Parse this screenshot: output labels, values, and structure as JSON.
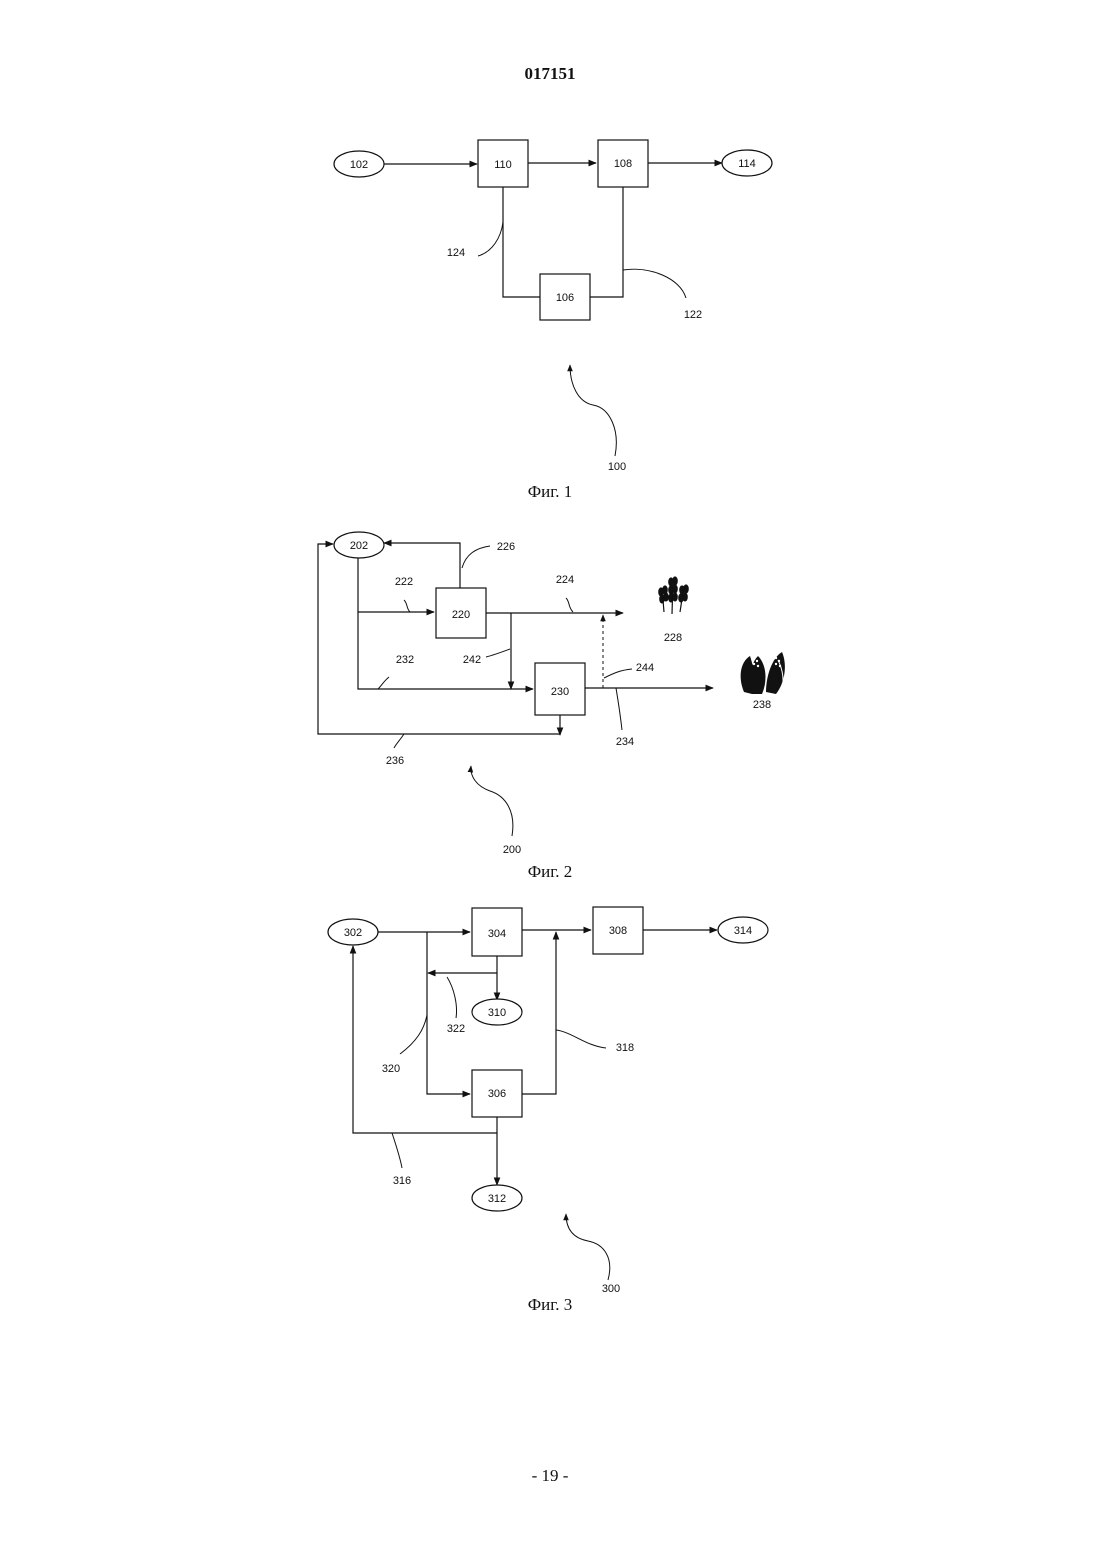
{
  "header": {
    "document_number": "017151"
  },
  "footer": {
    "page_number": "- 19 -"
  },
  "figures": {
    "fig1": {
      "caption": "Фиг. 1",
      "labels": {
        "n102": "102",
        "n110": "110",
        "n108": "108",
        "n114": "114",
        "n106": "106",
        "n124": "124",
        "n122": "122",
        "n100": "100"
      }
    },
    "fig2": {
      "caption": "Фиг. 2",
      "labels": {
        "n202": "202",
        "n220": "220",
        "n230": "230",
        "n222": "222",
        "n224": "224",
        "n226": "226",
        "n228": "228",
        "n232": "232",
        "n234": "234",
        "n236": "236",
        "n238": "238",
        "n242": "242",
        "n244": "244",
        "n200": "200"
      },
      "icons": [
        "wheat-icon",
        "corn-icon"
      ]
    },
    "fig3": {
      "caption": "Фиг. 3",
      "labels": {
        "n302": "302",
        "n304": "304",
        "n308": "308",
        "n314": "314",
        "n310": "310",
        "n306": "306",
        "n312": "312",
        "n316": "316",
        "n318": "318",
        "n320": "320",
        "n322": "322",
        "n300": "300"
      }
    }
  }
}
